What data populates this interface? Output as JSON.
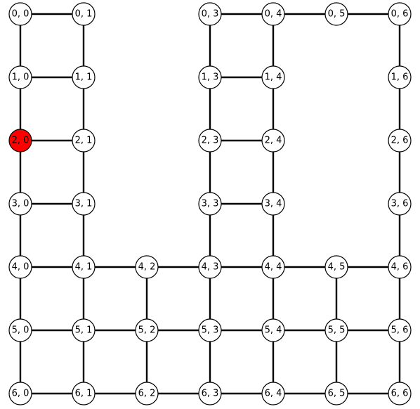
{
  "graph": {
    "colors": {
      "node_fill": "#ffffff",
      "highlight_fill": "#ff0000",
      "edge": "#000000",
      "outline": "#000000"
    },
    "highlighted": "2, 0",
    "nodes": [
      "0, 0",
      "0, 1",
      "0, 3",
      "0, 4",
      "0, 5",
      "0, 6",
      "1, 0",
      "1, 1",
      "1, 3",
      "1, 4",
      "1, 6",
      "2, 0",
      "2, 1",
      "2, 3",
      "2, 4",
      "2, 6",
      "3, 0",
      "3, 1",
      "3, 3",
      "3, 4",
      "3, 6",
      "4, 0",
      "4, 1",
      "4, 2",
      "4, 3",
      "4, 4",
      "4, 5",
      "4, 6",
      "5, 0",
      "5, 1",
      "5, 2",
      "5, 3",
      "5, 4",
      "5, 5",
      "5, 6",
      "6, 0",
      "6, 1",
      "6, 2",
      "6, 3",
      "6, 4",
      "6, 5",
      "6, 6"
    ],
    "edges": [
      [
        "0, 0",
        "0, 1"
      ],
      [
        "0, 3",
        "0, 4"
      ],
      [
        "0, 4",
        "0, 5"
      ],
      [
        "0, 5",
        "0, 6"
      ],
      [
        "1, 0",
        "1, 1"
      ],
      [
        "1, 3",
        "1, 4"
      ],
      [
        "2, 0",
        "2, 1"
      ],
      [
        "2, 3",
        "2, 4"
      ],
      [
        "3, 0",
        "3, 1"
      ],
      [
        "3, 3",
        "3, 4"
      ],
      [
        "4, 0",
        "4, 1"
      ],
      [
        "4, 1",
        "4, 2"
      ],
      [
        "4, 2",
        "4, 3"
      ],
      [
        "4, 3",
        "4, 4"
      ],
      [
        "4, 4",
        "4, 5"
      ],
      [
        "4, 5",
        "4, 6"
      ],
      [
        "5, 0",
        "5, 1"
      ],
      [
        "5, 1",
        "5, 2"
      ],
      [
        "5, 2",
        "5, 3"
      ],
      [
        "5, 3",
        "5, 4"
      ],
      [
        "5, 4",
        "5, 5"
      ],
      [
        "5, 5",
        "5, 6"
      ],
      [
        "6, 0",
        "6, 1"
      ],
      [
        "6, 1",
        "6, 2"
      ],
      [
        "6, 2",
        "6, 3"
      ],
      [
        "6, 3",
        "6, 4"
      ],
      [
        "6, 4",
        "6, 5"
      ],
      [
        "6, 5",
        "6, 6"
      ],
      [
        "0, 0",
        "1, 0"
      ],
      [
        "1, 0",
        "2, 0"
      ],
      [
        "2, 0",
        "3, 0"
      ],
      [
        "3, 0",
        "4, 0"
      ],
      [
        "4, 0",
        "5, 0"
      ],
      [
        "5, 0",
        "6, 0"
      ],
      [
        "0, 1",
        "1, 1"
      ],
      [
        "1, 1",
        "2, 1"
      ],
      [
        "2, 1",
        "3, 1"
      ],
      [
        "3, 1",
        "4, 1"
      ],
      [
        "4, 1",
        "5, 1"
      ],
      [
        "5, 1",
        "6, 1"
      ],
      [
        "4, 2",
        "5, 2"
      ],
      [
        "5, 2",
        "6, 2"
      ],
      [
        "0, 3",
        "1, 3"
      ],
      [
        "1, 3",
        "2, 3"
      ],
      [
        "2, 3",
        "3, 3"
      ],
      [
        "3, 3",
        "4, 3"
      ],
      [
        "4, 3",
        "5, 3"
      ],
      [
        "5, 3",
        "6, 3"
      ],
      [
        "0, 4",
        "1, 4"
      ],
      [
        "1, 4",
        "2, 4"
      ],
      [
        "2, 4",
        "3, 4"
      ],
      [
        "3, 4",
        "4, 4"
      ],
      [
        "4, 4",
        "5, 4"
      ],
      [
        "5, 4",
        "6, 4"
      ],
      [
        "4, 5",
        "5, 5"
      ],
      [
        "5, 5",
        "6, 5"
      ],
      [
        "0, 6",
        "1, 6"
      ],
      [
        "1, 6",
        "2, 6"
      ],
      [
        "2, 6",
        "3, 6"
      ],
      [
        "3, 6",
        "4, 6"
      ],
      [
        "4, 6",
        "5, 6"
      ],
      [
        "5, 6",
        "6, 6"
      ]
    ]
  }
}
